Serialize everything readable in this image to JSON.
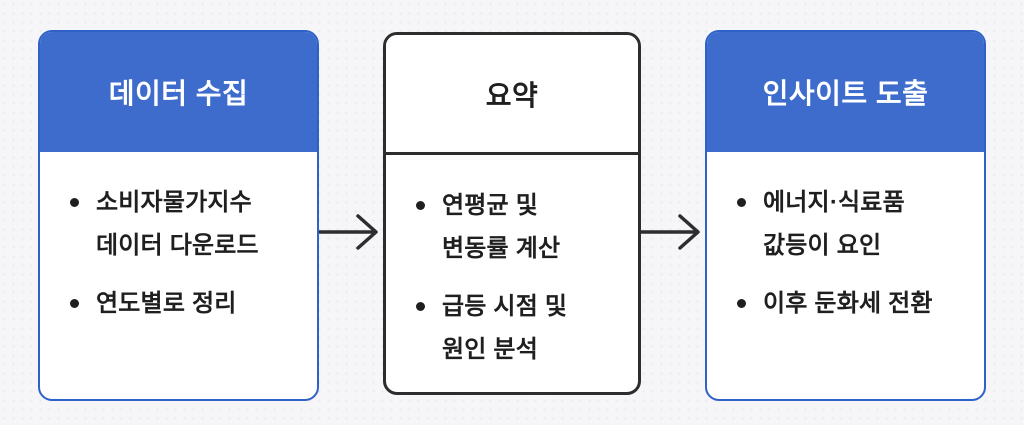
{
  "diagram": {
    "title_semantics": "cpi-analysis-flow",
    "columns": [
      {
        "style": "blue",
        "header": "데이터 수집",
        "bullets": [
          {
            "lines": [
              "소비자물가지수",
              "데이터 다운로드"
            ]
          },
          {
            "lines": [
              "연도별로 정리"
            ]
          }
        ]
      },
      {
        "style": "outline",
        "header": "요약",
        "bullets": [
          {
            "lines": [
              "연평균 및",
              "변동률 계산"
            ]
          },
          {
            "lines": [
              "급등 시점 및",
              "원인 분석"
            ]
          }
        ]
      },
      {
        "style": "blue",
        "header": "인사이트 도출",
        "bullets": [
          {
            "lines": [
              "에너지·식료품",
              "값등이 요인"
            ]
          },
          {
            "lines": [
              "이후 둔화세 전환"
            ]
          }
        ]
      }
    ],
    "colors": {
      "accent_blue": "#3d6ccc",
      "blue_border": "#2f62c8",
      "outline_dark": "#2d2d2d",
      "text_dark": "#1f1f1f",
      "header_text_light": "#ffffff",
      "background": "#f6f6f8",
      "arrow": "#2d2d2d"
    }
  }
}
